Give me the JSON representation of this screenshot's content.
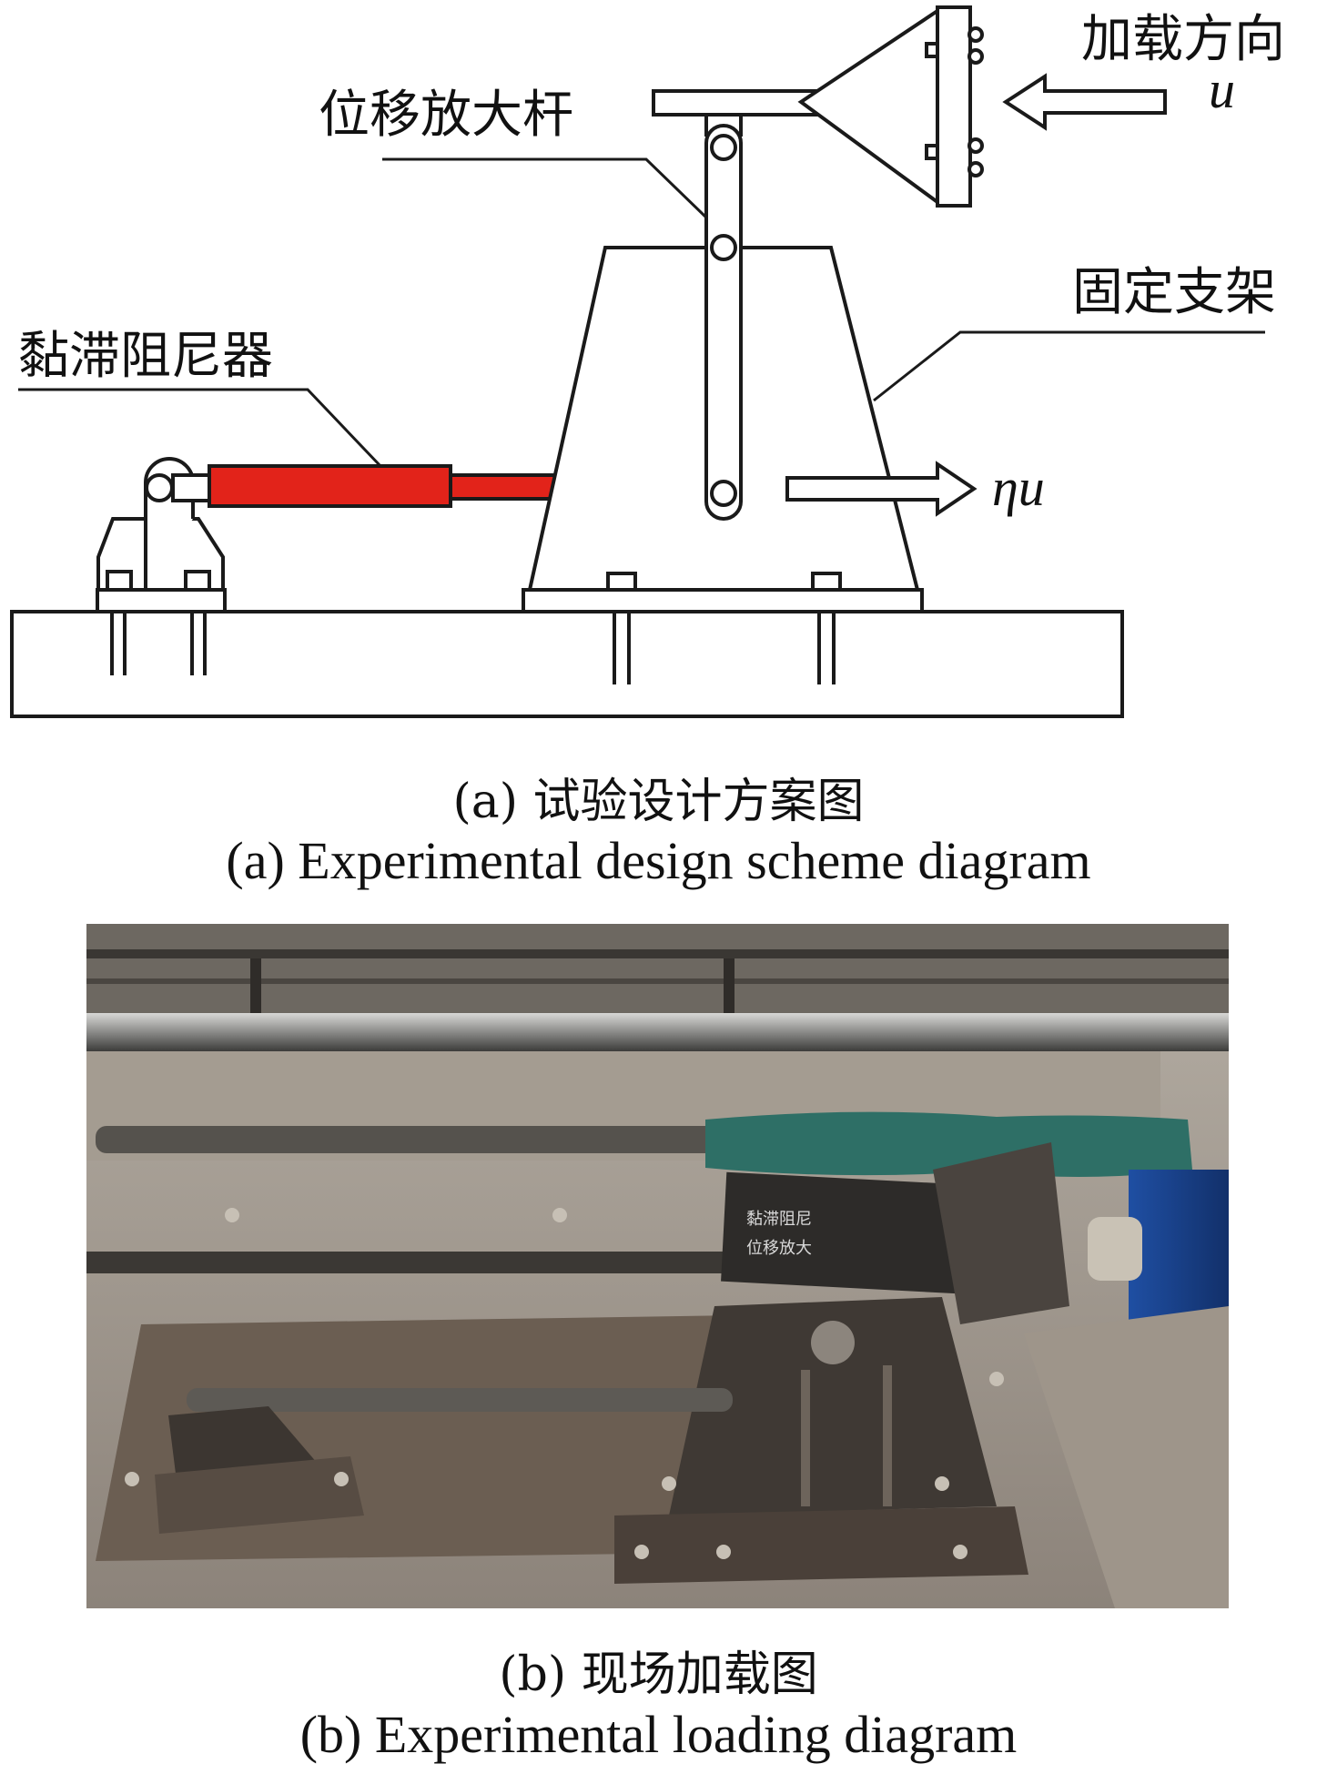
{
  "scheme": {
    "labels": {
      "rod": "位移放大杆",
      "direction": "加载方向",
      "u": "u",
      "frame": "固定支架",
      "damper": "黏滞阻尼器",
      "eta_u": "ηu"
    },
    "colors": {
      "damper": "#e2231a",
      "line": "#1a1a1a"
    }
  },
  "captions": {
    "a_zh": "(a) 试验设计方案图",
    "a_en": "(a) Experimental design scheme diagram",
    "b_zh": "(b) 现场加载图",
    "b_en": "(b) Experimental loading diagram"
  },
  "photo": {
    "sign_text": [
      "黏滞阻尼",
      "位移放大"
    ]
  }
}
